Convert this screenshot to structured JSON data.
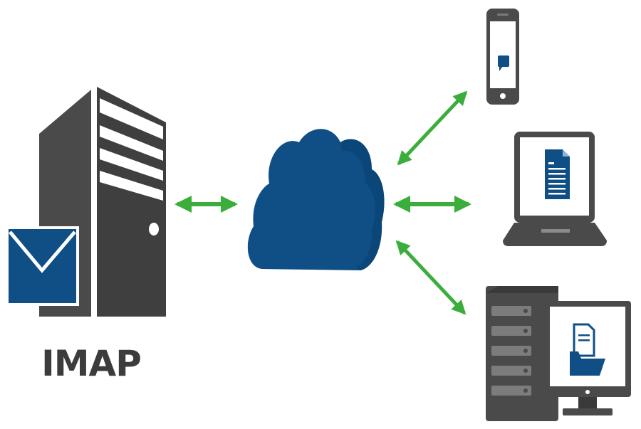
{
  "server": {
    "label": "IMAP",
    "icon": "server-icon",
    "mail_icon": "envelope-icon"
  },
  "cloud": {
    "icon": "cloud-icon"
  },
  "devices": [
    {
      "name": "smartphone",
      "icon": "smartphone-icon",
      "glyph": "chat-bubble-icon"
    },
    {
      "name": "laptop",
      "icon": "laptop-icon",
      "glyph": "document-icon"
    },
    {
      "name": "desktop",
      "icon": "desktop-computer-icon",
      "glyph": "folder-icon"
    }
  ],
  "colors": {
    "server_gray": "#4a4a4a",
    "dark_gray": "#3a3a3a",
    "accent_blue": "#0f4f86",
    "arrow_green": "#3bad3b",
    "label_color": "#3c3c3c"
  }
}
